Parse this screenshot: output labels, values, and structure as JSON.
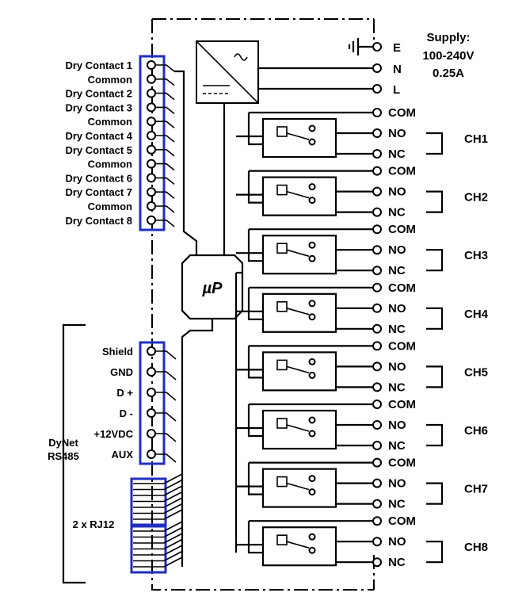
{
  "supply": {
    "title": "Supply:",
    "voltage": "100-240V",
    "current": "0.25A"
  },
  "power_terminals": [
    "E",
    "N",
    "L"
  ],
  "dry_contacts": [
    "Dry Contact 1",
    "Common",
    "Dry Contact 2",
    "Dry Contact 3",
    "Common",
    "Dry Contact 4",
    "Dry Contact 5",
    "Common",
    "Dry Contact 6",
    "Dry Contact 7",
    "Common",
    "Dry Contact 8"
  ],
  "dynet_terminals": [
    "Shield",
    "GND",
    "D +",
    "D -",
    "+12VDC",
    "AUX"
  ],
  "dynet_label": [
    "DyNet",
    "RS485"
  ],
  "rj12_label": "2 x RJ12",
  "processor_label": "µP",
  "channels": [
    {
      "name": "CH1",
      "com": "COM",
      "no": "NO",
      "nc": "NC"
    },
    {
      "name": "CH2",
      "com": "COM",
      "no": "NO",
      "nc": "NC"
    },
    {
      "name": "CH3",
      "com": "COM",
      "no": "NO",
      "nc": "NC"
    },
    {
      "name": "CH4",
      "com": "COM",
      "no": "NO",
      "nc": "NC"
    },
    {
      "name": "CH5",
      "com": "COM",
      "no": "NO",
      "nc": "NC"
    },
    {
      "name": "CH6",
      "com": "COM",
      "no": "NO",
      "nc": "NC"
    },
    {
      "name": "CH7",
      "com": "COM",
      "no": "NO",
      "nc": "NC"
    },
    {
      "name": "CH8",
      "com": "COM",
      "no": "NO",
      "nc": "NC"
    }
  ],
  "colors": {
    "terminal_block_outline": "#1f2fbf",
    "line": "#000000"
  }
}
